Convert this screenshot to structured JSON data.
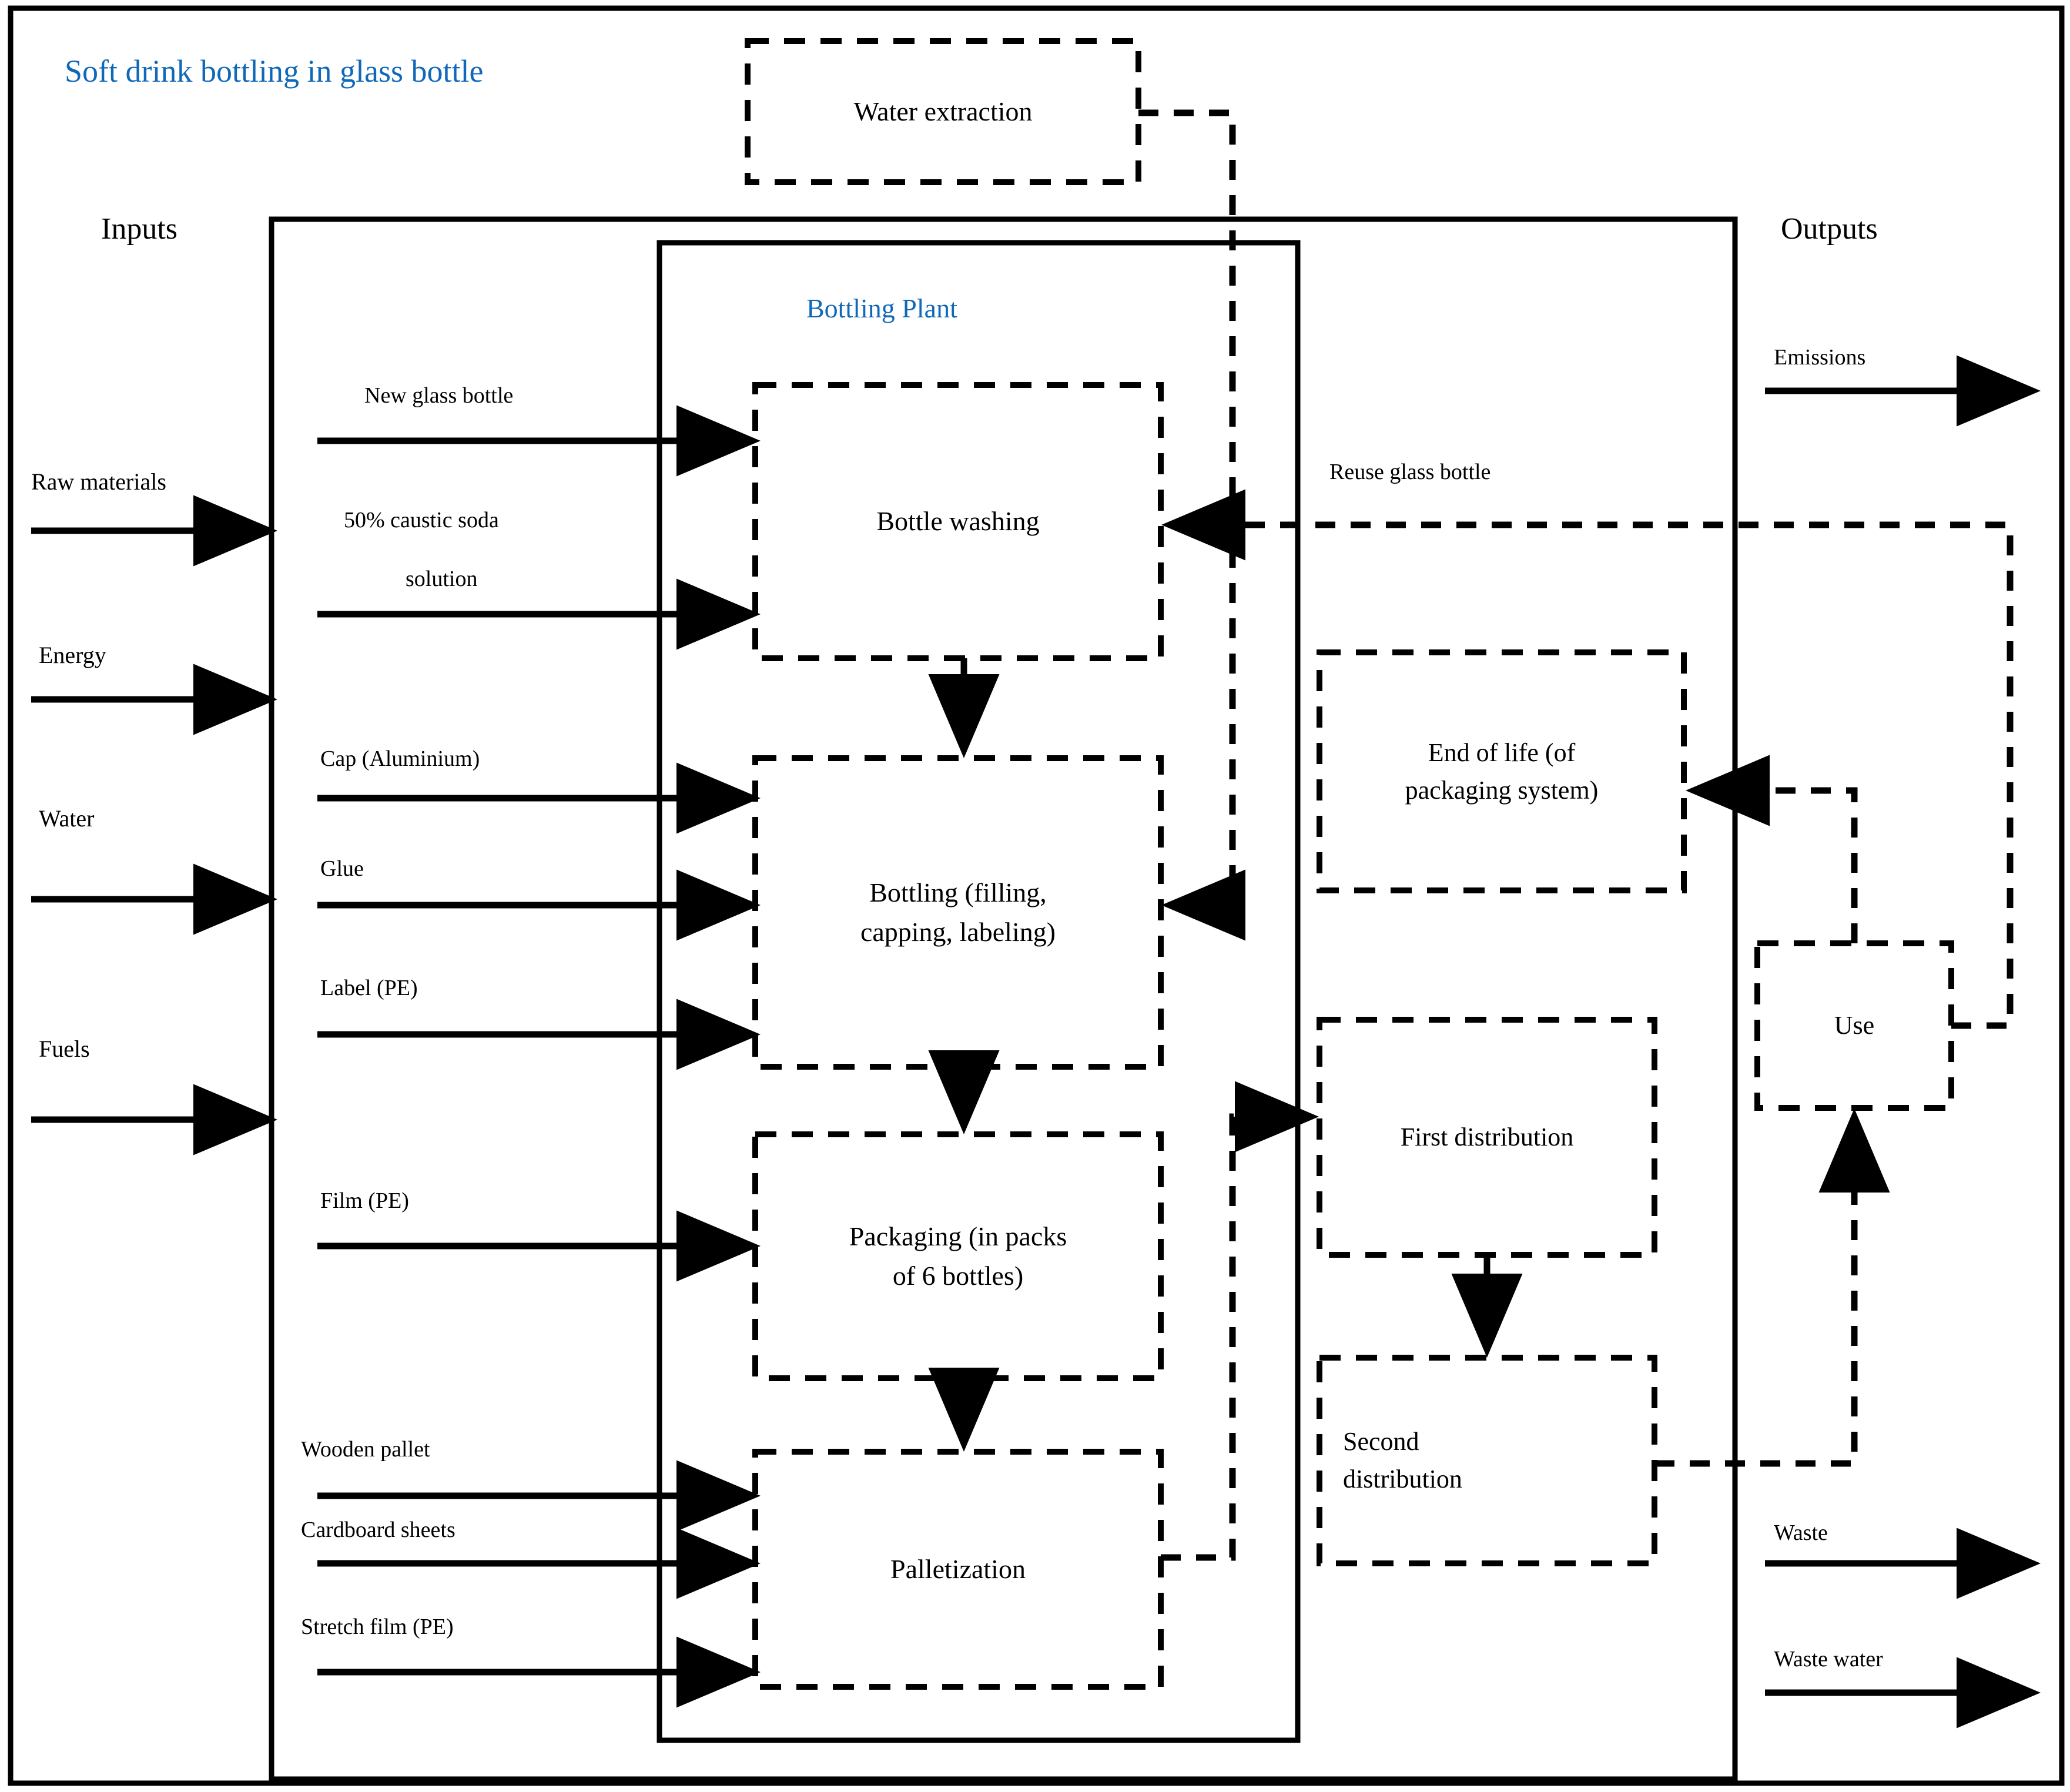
{
  "diagram": {
    "title": "Soft drink bottling in glass bottle",
    "plant_label": "Bottling Plant",
    "inputs_header": "Inputs",
    "outputs_header": "Outputs",
    "accent_color": "#1068B8",
    "line_color": "#000000",
    "background": "#ffffff"
  },
  "external_inputs": [
    {
      "label": "Raw materials"
    },
    {
      "label": "Energy"
    },
    {
      "label": "Water"
    },
    {
      "label": "Fuels"
    }
  ],
  "external_outputs": [
    {
      "label": "Emissions"
    },
    {
      "label": "Waste"
    },
    {
      "label": "Waste water"
    }
  ],
  "process_inputs": [
    {
      "label": "New glass bottle",
      "target": "Bottle washing"
    },
    {
      "label_line1": "50% caustic soda",
      "label_line2": "solution",
      "target": "Bottle washing"
    },
    {
      "label": "Cap (Aluminium)",
      "target": "Bottling (filling, capping, labeling)"
    },
    {
      "label": "Glue",
      "target": "Bottling (filling, capping, labeling)"
    },
    {
      "label": "Label (PE)",
      "target": "Bottling (filling, capping, labeling)"
    },
    {
      "label": "Film (PE)",
      "target": "Packaging (in packs of 6 bottles)"
    },
    {
      "label": "Wooden pallet",
      "target": "Palletization"
    },
    {
      "label": "Cardboard sheets",
      "target": "Palletization"
    },
    {
      "label": "Stretch film (PE)",
      "target": "Palletization"
    }
  ],
  "processes": [
    {
      "id": "water-extraction",
      "label": "Water extraction"
    },
    {
      "id": "bottle-washing",
      "label": "Bottle washing"
    },
    {
      "id": "bottling",
      "line1": "Bottling (filling,",
      "line2": "capping, labeling)"
    },
    {
      "id": "packaging",
      "line1": "Packaging (in packs",
      "line2": "of 6 bottles)"
    },
    {
      "id": "palletization",
      "label": "Palletization"
    },
    {
      "id": "end-of-life",
      "line1": "End of life (of",
      "line2": "packaging system)"
    },
    {
      "id": "first-distribution",
      "label": "First distribution"
    },
    {
      "id": "second-distribution",
      "line1": "Second",
      "line2": "distribution"
    },
    {
      "id": "use",
      "label": "Use"
    }
  ],
  "flow_labels": [
    {
      "label": "Reuse glass bottle"
    }
  ]
}
